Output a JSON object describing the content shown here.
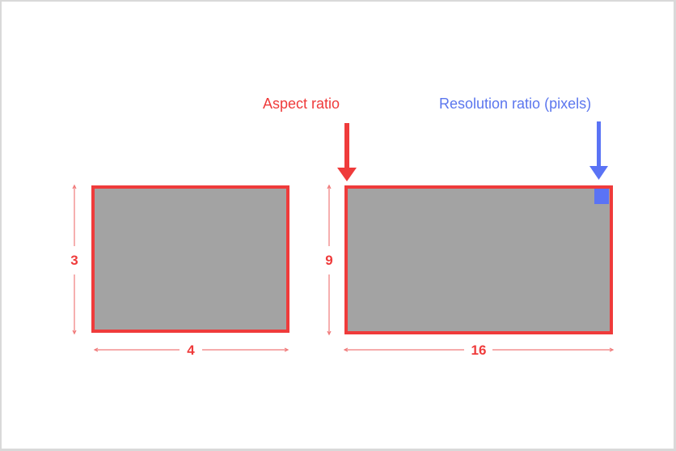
{
  "annotations": {
    "aspect_ratio_label": "Aspect ratio",
    "resolution_ratio_label": "Resolution ratio (pixels)"
  },
  "left_rect": {
    "height_label": "3",
    "width_label": "4"
  },
  "right_rect": {
    "height_label": "9",
    "width_label": "16"
  },
  "colors": {
    "accent_red": "#ef3b3b",
    "accent_blue": "#5a73f5",
    "rect_fill": "#a3a3a3"
  }
}
